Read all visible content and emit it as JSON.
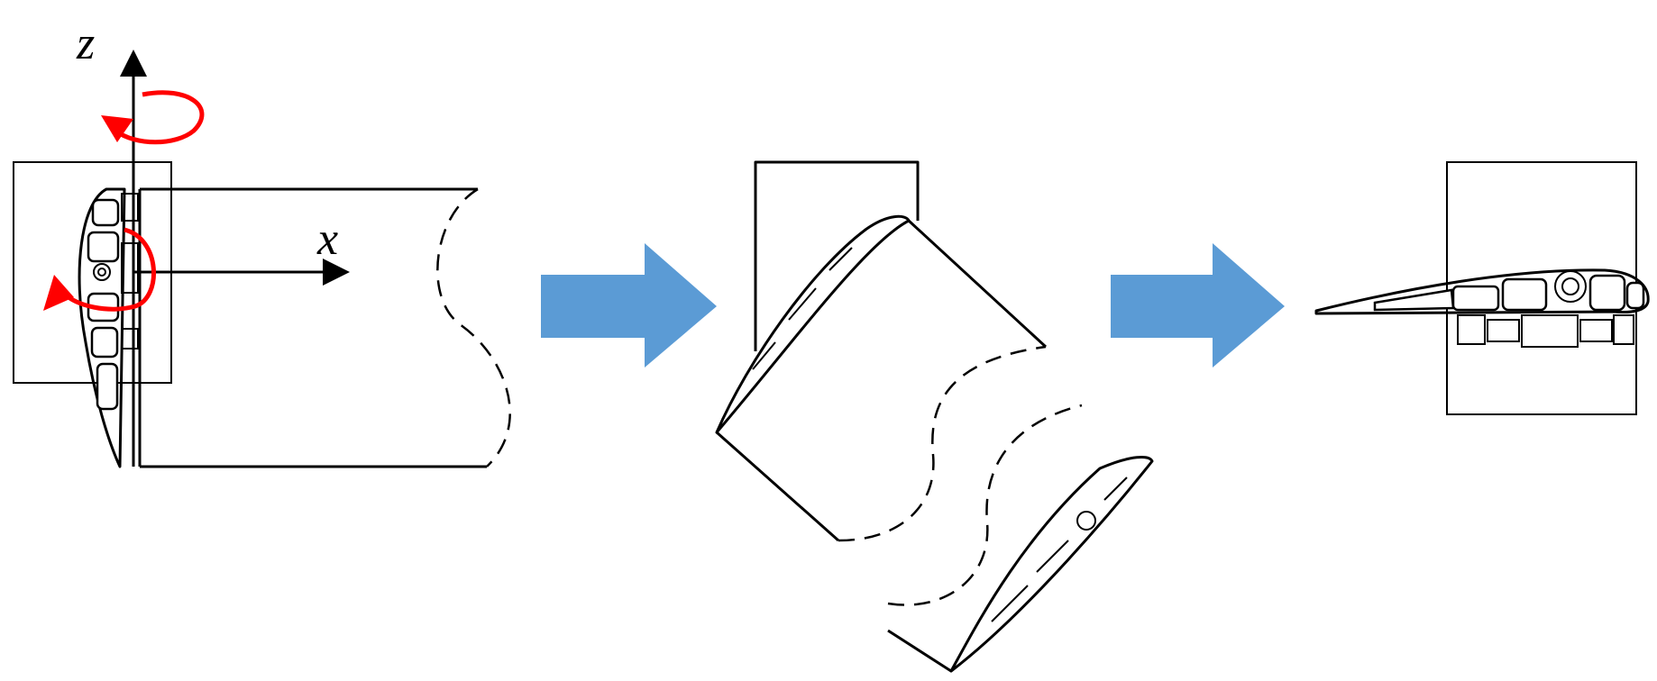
{
  "axes": {
    "z_label": "z",
    "x_label": "x"
  },
  "colors": {
    "rotation_arrows": "#ff0000",
    "process_arrows": "#5b9bd5",
    "outline": "#000000"
  },
  "icons": {
    "rotation": "curved-rotation-arrow",
    "process": "right-block-arrow"
  }
}
